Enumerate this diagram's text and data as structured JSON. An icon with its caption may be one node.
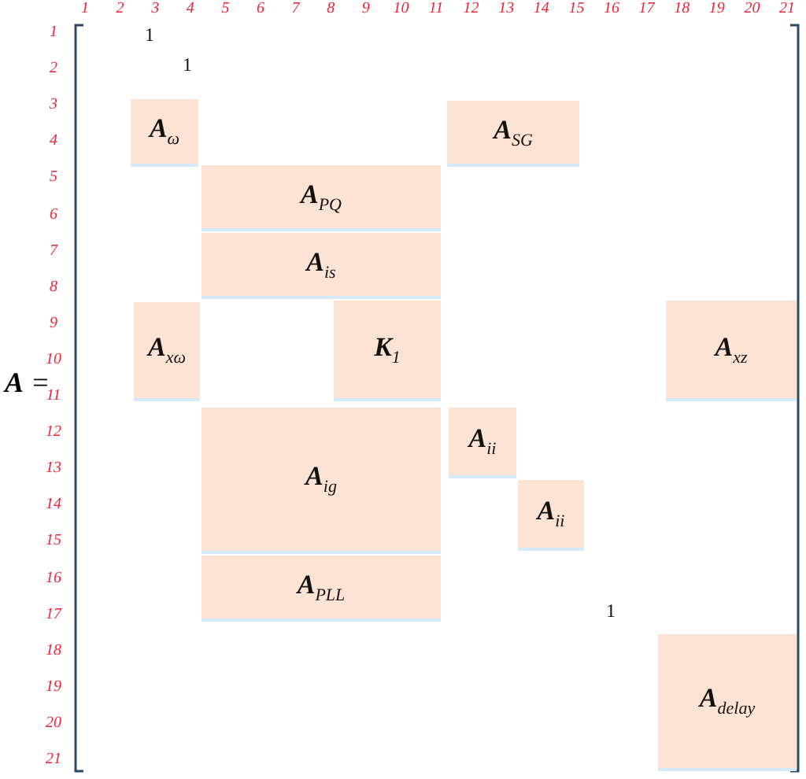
{
  "diagram": {
    "nodes": [
      {
        "text": [
          "**A**$_{ω}$"
        ]
      },
      {
        "text": [
          "**A**$_{SG}$"
        ]
      },
      {
        "text": [
          "**A**$_{PQ}$"
        ]
      },
      {
        "text": [
          "**A**$_{is}$"
        ]
      },
      {
        "text": [
          "**A**$_{xω}$"
        ]
      },
      {
        "text": [
          "**K**$_{1}$"
        ]
      },
      {
        "text": [
          "**A**$_{xz}$"
        ]
      },
      {
        "text": [
          "**A**$_{ig}$"
        ]
      },
      {
        "text": [
          "**A**$_{ii}$"
        ]
      },
      {
        "text": [
          "**A**$_{ii}$"
        ]
      },
      {
        "text": [
          "**A**$_{PLL}$"
        ]
      },
      {
        "text": [
          "**A**$_{delay}$"
        ]
      }
    ],
    "labels": [
      "1",
      "2",
      "3",
      "4",
      "5",
      "6",
      "7",
      "8",
      "9",
      "10",
      "11",
      "12",
      "13",
      "14",
      "15",
      "16",
      "17",
      "18",
      "19",
      "20",
      "21",
      "1",
      "2",
      "3",
      "4",
      "5",
      "6",
      "7",
      "8",
      "9",
      "10",
      "11",
      "12",
      "13",
      "14",
      "15",
      "16",
      "17",
      "18",
      "19",
      "20",
      "21",
      "1",
      "1",
      "1",
      "**A** ="
    ]
  }
}
